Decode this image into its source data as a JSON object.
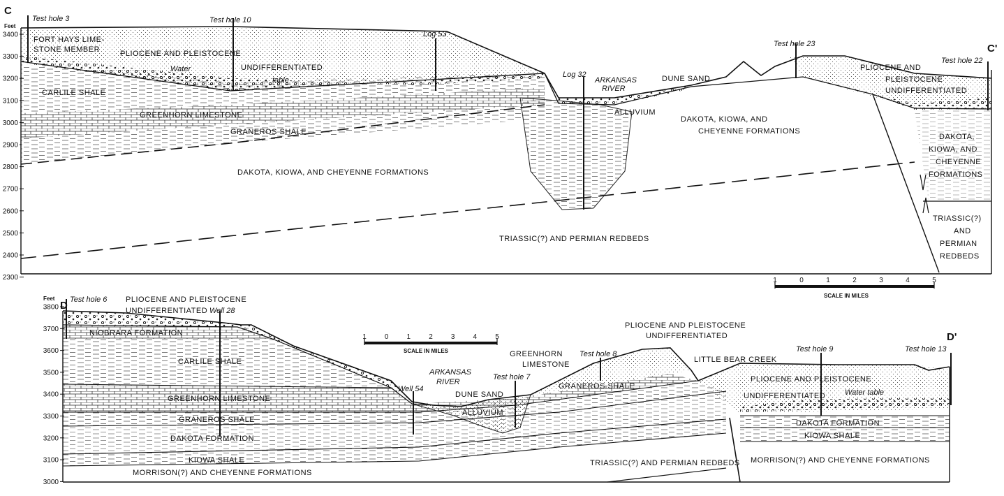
{
  "section_c": {
    "label_left": "C",
    "label_right": "C'",
    "axis_unit": "Feet",
    "ticks": [
      "3400",
      "3300",
      "3200",
      "3100",
      "3000",
      "2900",
      "2800",
      "2700",
      "2600",
      "2500",
      "2400",
      "2300"
    ],
    "wells": {
      "th3": "Test hole 3",
      "th10": "Test hole 10",
      "log53": "Log 53",
      "log32": "Log 32",
      "th23": "Test hole 23",
      "th22": "Test hole 22"
    },
    "formations": {
      "fort_hays_1": "FORT HAYS LIME-",
      "fort_hays_2": "STONE MEMBER",
      "plio_1": "PLIOCENE AND PLEISTOCENE",
      "plio_2": "UNDIFFERENTIATED",
      "water": "Water",
      "table": "table",
      "carlile": "CARLILE SHALE",
      "greenhorn": "GREENHORN LIMESTONE",
      "graneros": "GRANEROS SHALE",
      "dakota_main": "DAKOTA, KIOWA, AND CHEYENNE FORMATIONS",
      "triassic": "TRIASSIC(?) AND PERMIAN REDBEDS",
      "ark_1": "ARKANSAS",
      "ark_2": "RIVER",
      "dune": "DUNE SAND",
      "alluvium": "ALLUVIUM",
      "dakota_e1": "DAKOTA, KIOWA, AND",
      "dakota_e2": "CHEYENNE FORMATIONS",
      "plio_e1": "PLIOCENE AND",
      "plio_e2": "PLEISTOCENE",
      "plio_e3": "UNDIFFERENTIATED",
      "dk_r1": "DAKOTA,",
      "dk_r2": "KIOWA, AND",
      "dk_r3": "CHEYENNE",
      "dk_r4": "FORMATIONS",
      "tr_r1": "TRIASSIC(?)",
      "tr_r2": "AND",
      "tr_r3": "PERMIAN",
      "tr_r4": "REDBEDS"
    }
  },
  "scale_c": {
    "ticks": [
      "1",
      "0",
      "1",
      "2",
      "3",
      "4",
      "5"
    ],
    "label": "SCALE IN MILES"
  },
  "section_d": {
    "label_left": "D",
    "label_right": "D'",
    "axis_unit": "Feet",
    "ticks": [
      "3800",
      "3700",
      "3600",
      "3500",
      "3400",
      "3300",
      "3200",
      "3100",
      "3000"
    ],
    "wells": {
      "th6": "Test hole 6",
      "well28": "Well 28",
      "well54": "Well 54",
      "th7": "Test hole 7",
      "th8": "Test hole 8",
      "th9": "Test hole 9",
      "th13": "Test hole 13"
    },
    "formations": {
      "plio_1": "PLIOCENE AND PLEISTOCENE",
      "plio_2": "UNDIFFERENTIATED",
      "niobrara": "NIOBRARA FORMATION",
      "carlile": "CARLILE SHALE",
      "greenhorn": "GREENHORN LIMESTONE",
      "graneros": "GRANEROS SHALE",
      "dakota": "DAKOTA FORMATION",
      "kiowa": "KIOWA SHALE",
      "morrison": "MORRISON(?) AND CHEYENNE FORMATIONS",
      "ark_1": "ARKANSAS",
      "ark_2": "RIVER",
      "dune": "DUNE SAND",
      "alluvium": "ALLUVIUM",
      "gh_1": "GREENHORN",
      "gh_2": "LIMESTONE",
      "graneros_c": "GRANEROS SHALE",
      "plio_c1": "PLIOCENE AND PLEISTOCENE",
      "plio_c2": "UNDIFFERENTIATED",
      "little_bear": "LITTLE BEAR CREEK",
      "triassic": "TRIASSIC(?) AND PERMIAN REDBEDS",
      "plio_e1": "PLIOCENE AND PLEISTOCENE",
      "plio_e2": "UNDIFFERENTIATED",
      "water_table": "Water table",
      "dakota_e": "DAKOTA FORMATION",
      "kiowa_e": "KIOWA SHALE",
      "morrison_e": "MORRISON(?) AND CHEYENNE FORMATIONS"
    }
  },
  "scale_d": {
    "ticks": [
      "1",
      "0",
      "1",
      "2",
      "3",
      "4",
      "5"
    ],
    "label": "SCALE IN MILES"
  }
}
